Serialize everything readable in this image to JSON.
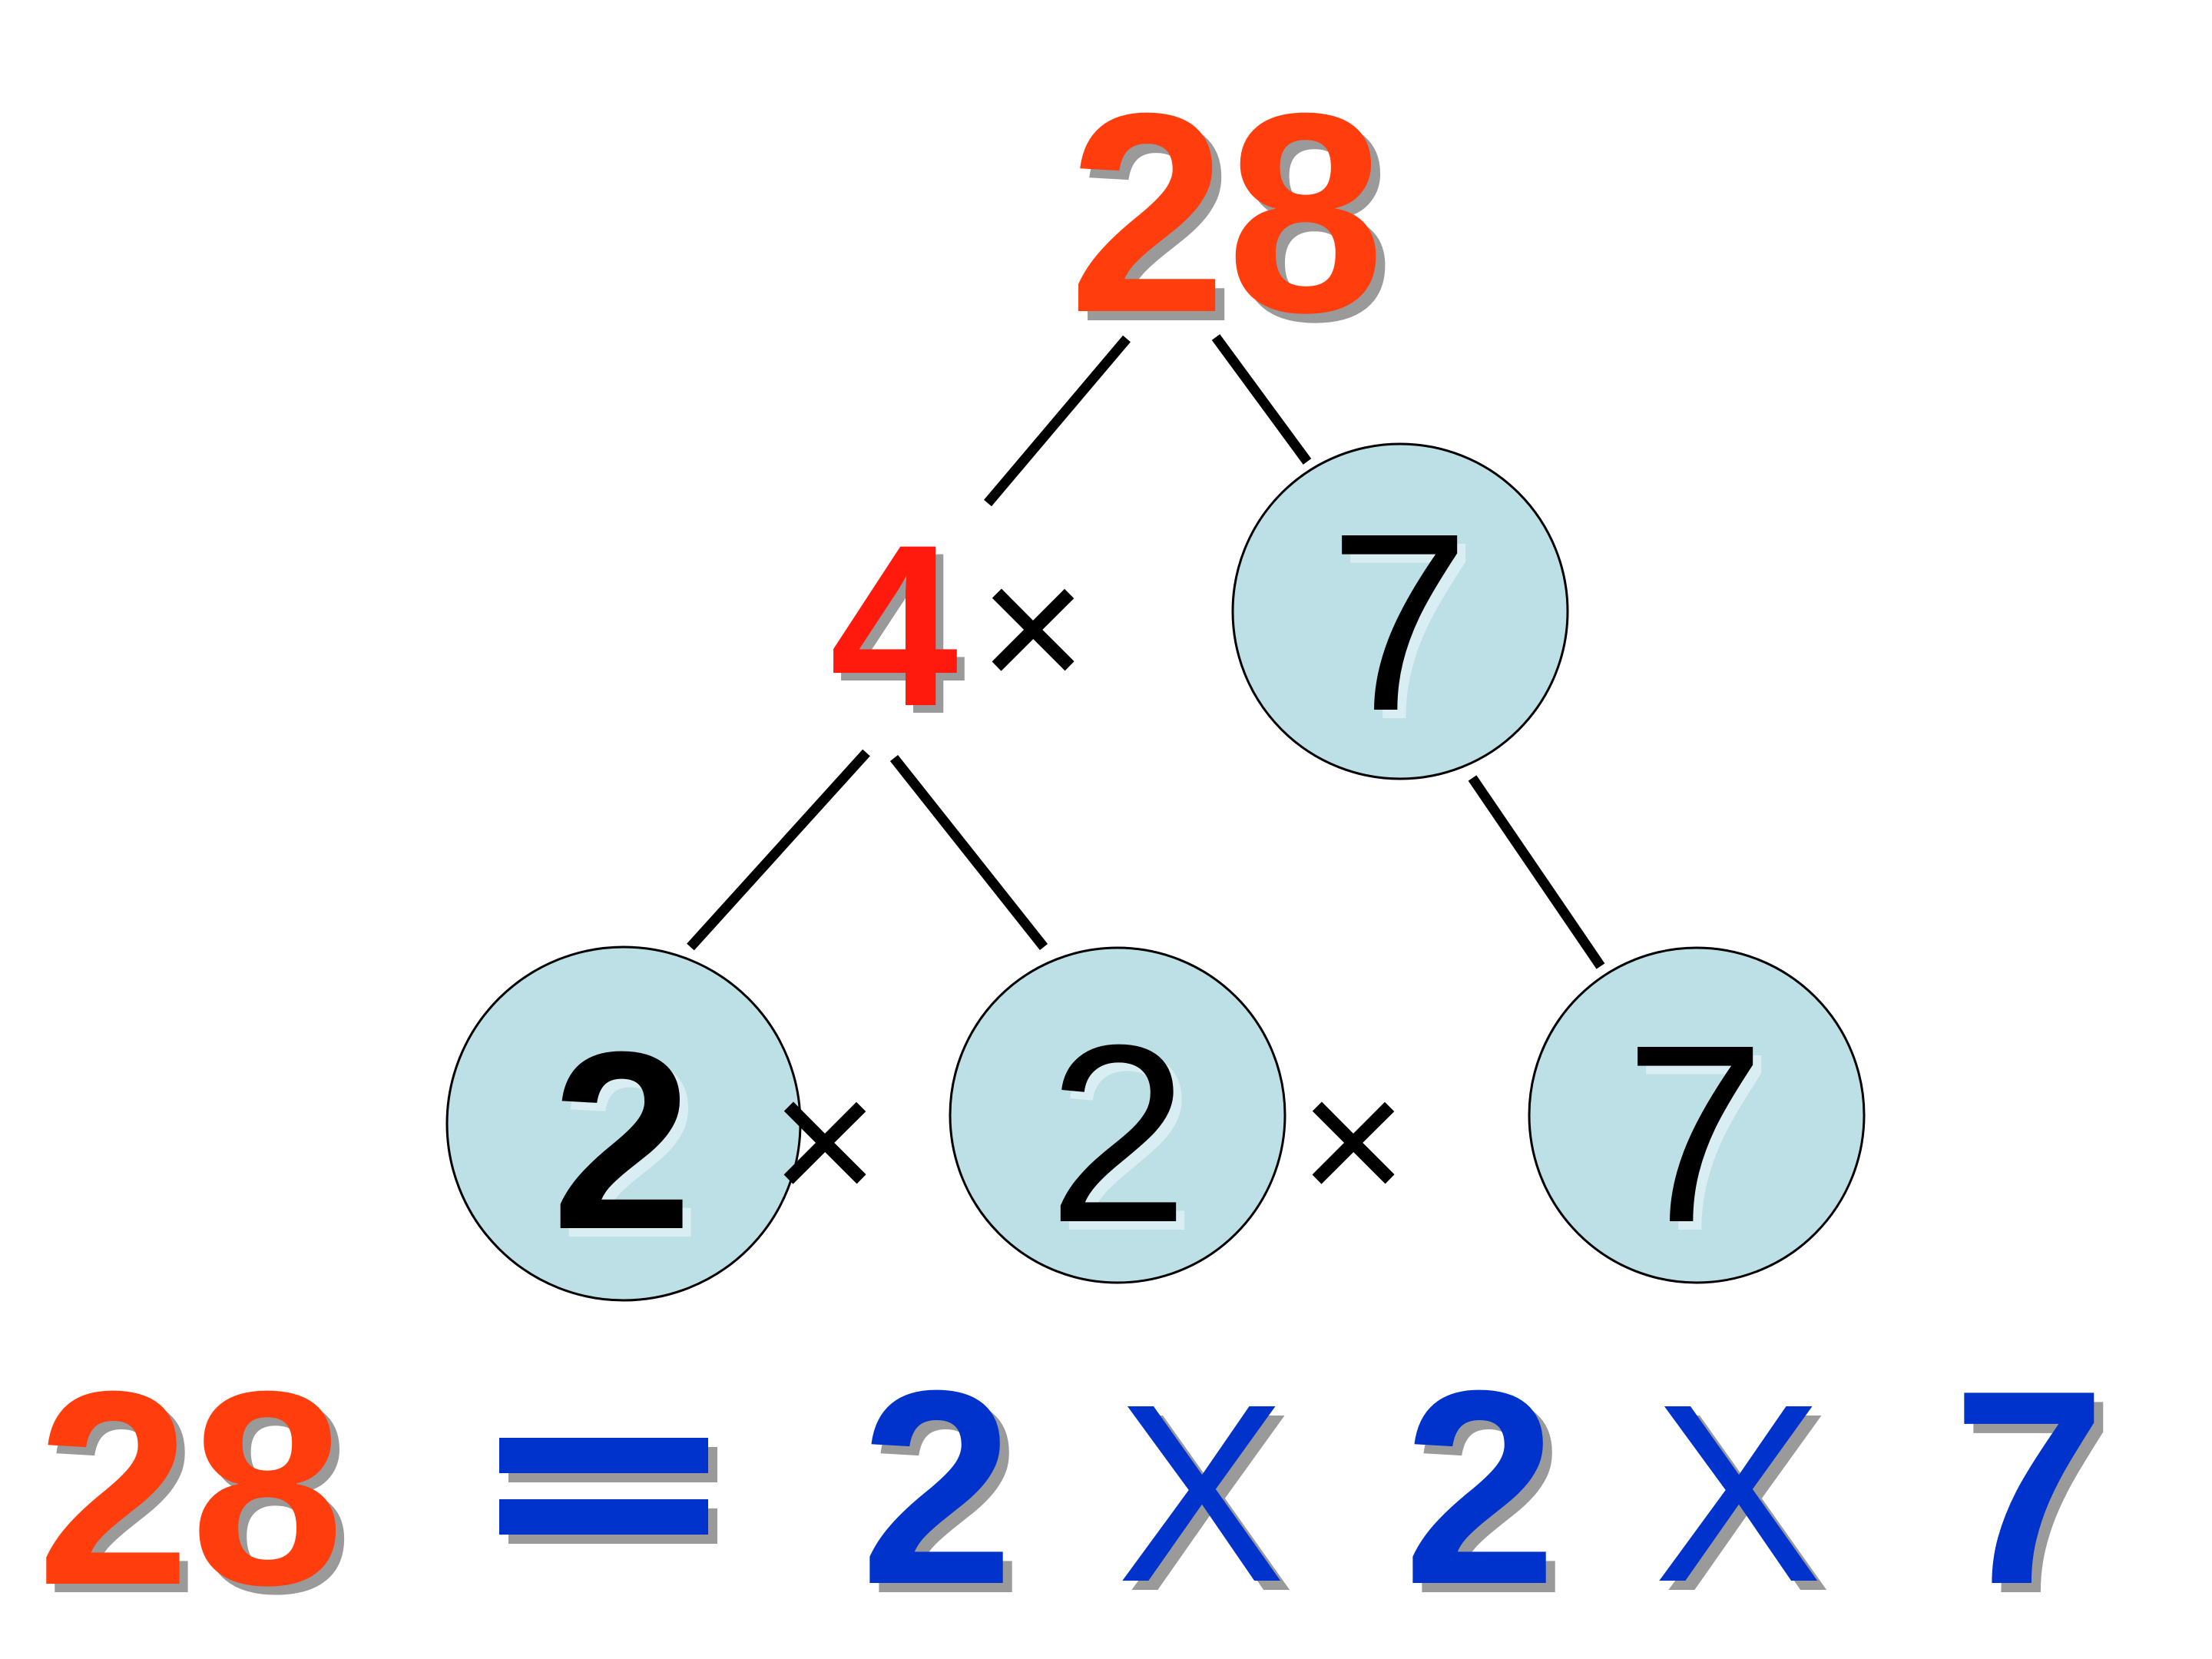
{
  "tree": {
    "root": "28",
    "level1_left": "4",
    "level1_left_op": "×",
    "level1_right": "7",
    "leaves": [
      "2",
      "2",
      "7"
    ],
    "leaf_ops": [
      "×",
      "×"
    ]
  },
  "equation": {
    "lhs": "28",
    "equals": "=",
    "factors": [
      "2",
      "2",
      "7"
    ],
    "operators": [
      "X",
      "X"
    ]
  },
  "colors": {
    "root": "#ff3d0d",
    "four": "#ff1a0d",
    "factor_blue": "#0033cc",
    "circle_fill": "#bde0e6",
    "shadow_gray": "#9a9a9a",
    "ink": "#000000",
    "circle_highlight": "#d8eef2"
  }
}
